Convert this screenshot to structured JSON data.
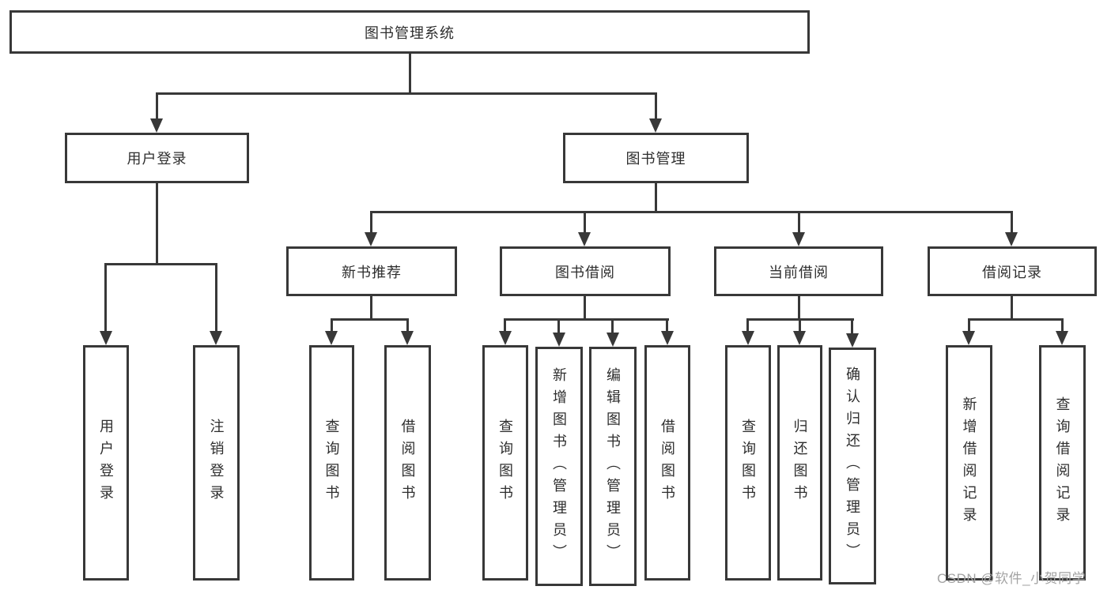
{
  "nodes": {
    "root": "图书管理系统",
    "user_login": "用户登录",
    "book_mgmt": "图书管理",
    "new_book_rec": "新书推荐",
    "book_borrow": "图书借阅",
    "current_borrow": "当前借阅",
    "borrow_records": "借阅记录",
    "leaves_user_login": [
      "用户登录",
      "注销登录"
    ],
    "leaves_new_book_rec": [
      "查询图书",
      "借阅图书"
    ],
    "leaves_book_borrow": [
      "查询图书",
      "新增图书（管理员）",
      "编辑图书（管理员）",
      "借阅图书"
    ],
    "leaves_current_borrow": [
      "查询图书",
      "归还图书",
      "确认归还（管理员）"
    ],
    "leaves_borrow_records": [
      "新增借阅记录",
      "查询借阅记录"
    ]
  },
  "watermark": "CSDN @软件_小贺同学",
  "colors": {
    "line": "#383838",
    "text": "#2e2e2e",
    "background": "#ffffff",
    "watermark": "#a3a3a3"
  }
}
